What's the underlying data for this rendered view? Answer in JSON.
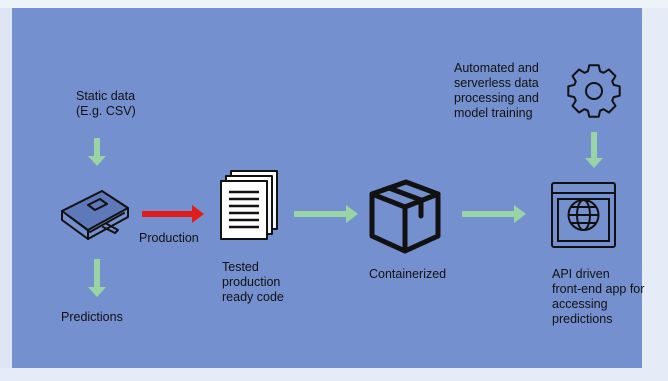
{
  "labels": {
    "static_data": "Static data\n(E.g. CSV)",
    "predictions": "Predictions",
    "production": "Production",
    "tested_code": "Tested\nproduction\nready code",
    "containerized": "Containerized",
    "automated": "Automated and\nserverless data\nprocessing and\nmodel training",
    "api_app": "API driven\nfront-end app for\naccessing\npredictions"
  },
  "icons": {
    "notebook": "notebook-icon",
    "documents": "documents-icon",
    "container": "package-box-icon",
    "gear": "gear-icon",
    "browser": "web-browser-icon"
  },
  "colors": {
    "background": "#7590cf",
    "arrow_green": "#98d4a4",
    "arrow_red": "#e21b1b",
    "icon_stroke": "#111111"
  }
}
